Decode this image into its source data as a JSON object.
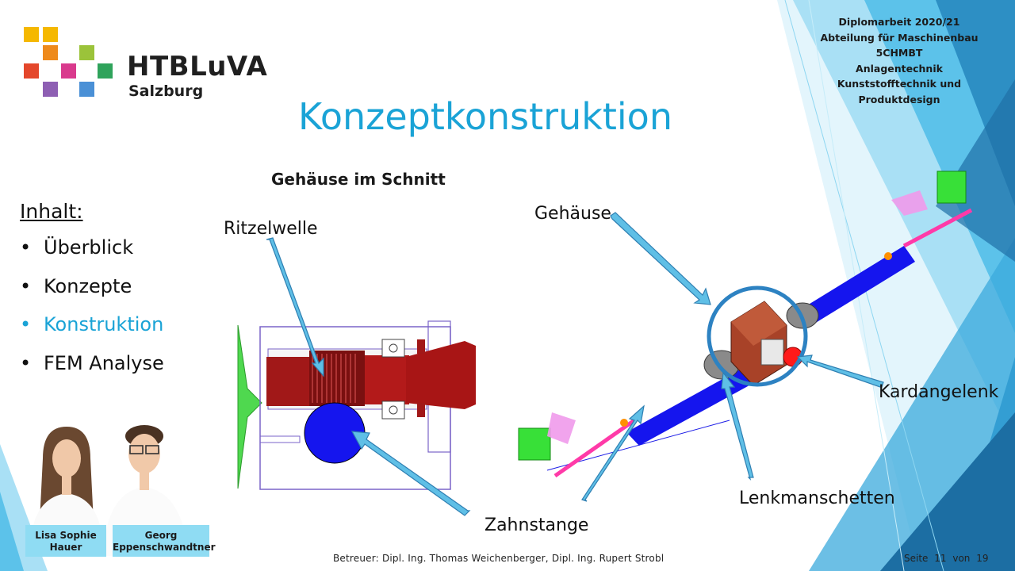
{
  "header": {
    "lines": [
      "Diplomarbeit 2020/21",
      "Abteilung für Maschinenbau",
      "5CHMBT",
      "Anlagentechnik",
      "Kunststofftechnik und Produktdesign"
    ]
  },
  "logo": {
    "name": "HTBLuVA",
    "city": "Salzburg"
  },
  "slide": {
    "title": "Konzeptkonstruktion",
    "subtitle": "Gehäuse im Schnitt",
    "toc_heading": "Inhalt:",
    "toc": [
      {
        "label": "Überblick",
        "active": false
      },
      {
        "label": "Konzepte",
        "active": false
      },
      {
        "label": "Konstruktion",
        "active": true
      },
      {
        "label": "FEM Analyse",
        "active": false
      }
    ],
    "bullet": "•"
  },
  "callouts": {
    "ritzelwelle": "Ritzelwelle",
    "gehaeuse": "Gehäuse",
    "kardangelenk": "Kardangelenk",
    "zahnstange": "Zahnstange",
    "lenkmanschetten": "Lenkmanschetten"
  },
  "people": [
    {
      "name_line1": "Lisa Sophie",
      "name_line2": "Hauer"
    },
    {
      "name_line1": "Georg",
      "name_line2": "Eppenschwandtner"
    }
  ],
  "footer": {
    "supervisors": "Betreuer: Dipl. Ing. Thomas Weichenberger, Dipl. Ing. Rupert Strobl",
    "page_label": "Seite",
    "page_number": "11",
    "of_label": "von",
    "total_pages": "19"
  },
  "colors": {
    "accent": "#1aa3d6",
    "callout_arrow": "#5fbfe6",
    "deco_dark": "#1f6fa6",
    "deco_light": "#9fdcf3",
    "nametag_bg": "#8fdcf3"
  }
}
